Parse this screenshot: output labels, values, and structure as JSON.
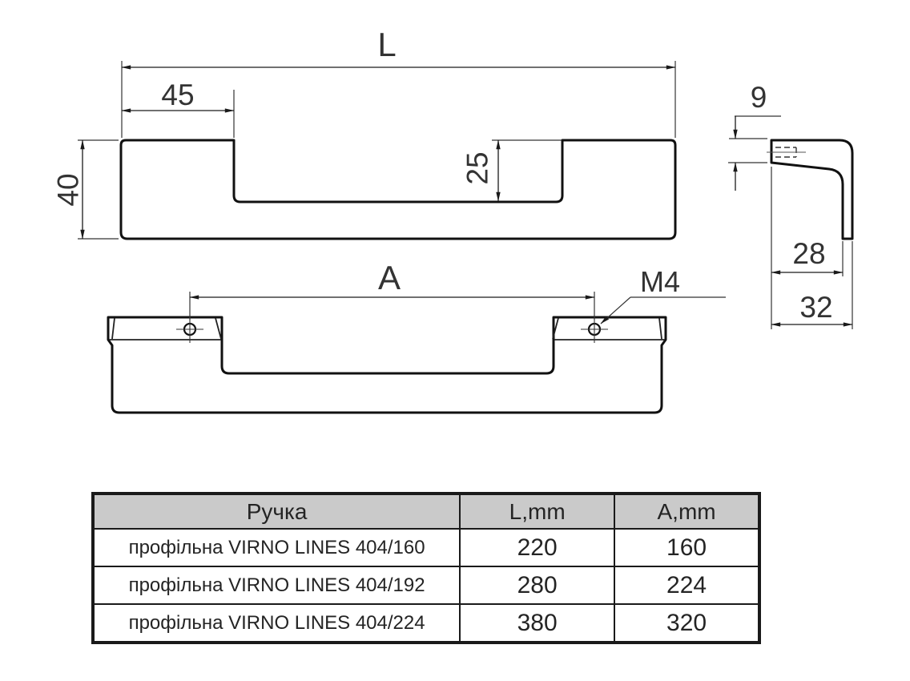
{
  "drawing": {
    "front_view": {
      "dim_length_label": "L",
      "dim_end_width": "45",
      "dim_height": "40",
      "dim_recess_depth": "25"
    },
    "mounting_view": {
      "dim_hole_spacing_label": "A",
      "thread_label": "M4"
    },
    "side_view": {
      "dim_flange_thickness": "9",
      "dim_inner_depth": "28",
      "dim_total_depth": "32"
    }
  },
  "table": {
    "headers": {
      "name": "Ручка",
      "l": "L,mm",
      "a": "A,mm"
    },
    "rows": [
      {
        "name": "профільна VIRNO LINES 404/160",
        "l": "220",
        "a": "160"
      },
      {
        "name": "профільна VIRNO LINES 404/192",
        "l": "280",
        "a": "224"
      },
      {
        "name": "профільна VIRNO LINES 404/224",
        "l": "380",
        "a": "320"
      }
    ]
  },
  "colors": {
    "outline": "#111111",
    "thin_line": "#333333",
    "text": "#333333",
    "table_header_bg": "#cacaca",
    "background": "#ffffff"
  }
}
